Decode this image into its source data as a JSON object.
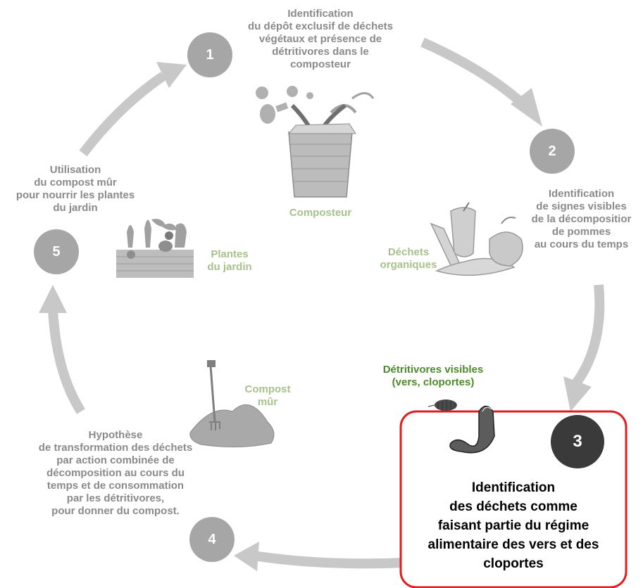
{
  "steps": [
    {
      "number": "1",
      "lines": [
        "Identification",
        "du dépôt exclusif de déchets",
        "végétaux et présence de",
        "détritivores dans le",
        "composteur"
      ]
    },
    {
      "number": "2",
      "lines": [
        "Identification",
        "de signes visibles",
        "de la décompositior",
        "de pommes",
        "au cours du temps"
      ]
    },
    {
      "number": "3",
      "lines": [
        "Identification",
        "des déchets comme",
        "faisant partie du régime",
        "alimentaire des vers et des",
        "cloportes"
      ]
    },
    {
      "number": "4",
      "lines": [
        "Hypothèse",
        "de transformation des déchets",
        "par action combinée de",
        "décomposition au cours du",
        "temps et de consommation",
        "par les détritivores,",
        "pour donner du compost."
      ]
    },
    {
      "number": "5",
      "lines": [
        "Utilisation",
        "du compost mûr",
        "pour nourrir les plantes",
        "du jardin"
      ]
    }
  ],
  "illustrations": {
    "composteur": {
      "label": "Composteur",
      "icon": "compost-bin-icon"
    },
    "dechets": {
      "lines": [
        "Déchets",
        "organiques"
      ],
      "icon": "organic-waste-icon"
    },
    "detritivores": {
      "lines": [
        "Détritivores visibles",
        "(vers, cloportes)"
      ],
      "icon": "worm-woodlouse-icon"
    },
    "compost": {
      "lines": [
        "Compost",
        "mûr"
      ],
      "icon": "compost-pile-fork-icon"
    },
    "plantes": {
      "lines": [
        "Plantes",
        "du jardin"
      ],
      "icon": "garden-plants-icon"
    }
  },
  "colors": {
    "arrow": "#c8c8c8",
    "circle": "#a6a6a6",
    "circle_active": "#3a3a3a",
    "highlight_border": "#e01e1e",
    "label_green": "#a8c18c",
    "label_dark_green": "#4e8a2c"
  }
}
